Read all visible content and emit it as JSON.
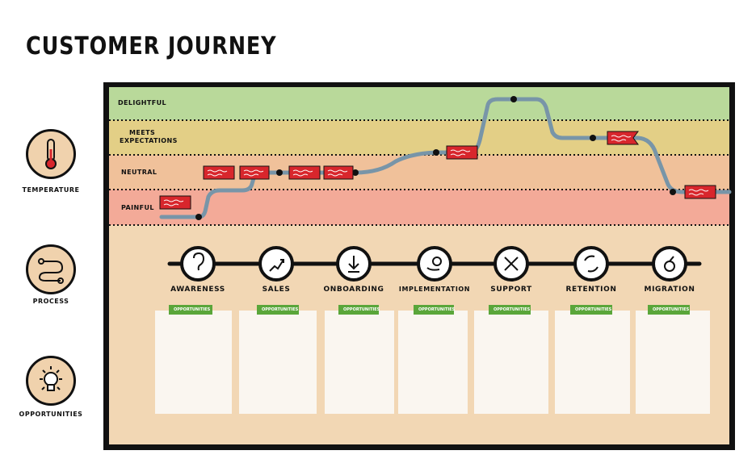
{
  "title": "CUSTOMER JOURNEY",
  "side": {
    "temperature": "TEMPERATURE",
    "process": "PROCESS",
    "opportunities": "OPPORTUNITIES"
  },
  "zones": {
    "delightful": "DELIGHTFUL",
    "meets_1": "MEETS",
    "meets_2": "EXPECTATIONS",
    "neutral": "NEUTRAL",
    "painful": "PAINFUL"
  },
  "zone_colors": {
    "delightful": "#b9d99a",
    "meets": "#e3cf86",
    "neutral": "#f0c19a",
    "painful": "#f3aa98",
    "body": "#f2d7b4"
  },
  "stages": [
    {
      "label": "AWARENESS",
      "icon": "ear-icon"
    },
    {
      "label": "SALES",
      "icon": "sales-chart-icon"
    },
    {
      "label": "ONBOARDING",
      "icon": "download-arrow-icon"
    },
    {
      "label": "IMPLEMENTATION",
      "icon": "hand-gear-icon"
    },
    {
      "label": "SUPPORT",
      "icon": "tools-icon"
    },
    {
      "label": "RETENTION",
      "icon": "cycle-arrows-icon"
    },
    {
      "label": "MIGRATION",
      "icon": "exit-arrow-icon"
    }
  ],
  "opportunity_tag": "OPPORTUNITIES",
  "colors": {
    "line": "#7895a8",
    "flag": "#d8262c",
    "tag": "#5aa63a",
    "ink": "#111111"
  }
}
